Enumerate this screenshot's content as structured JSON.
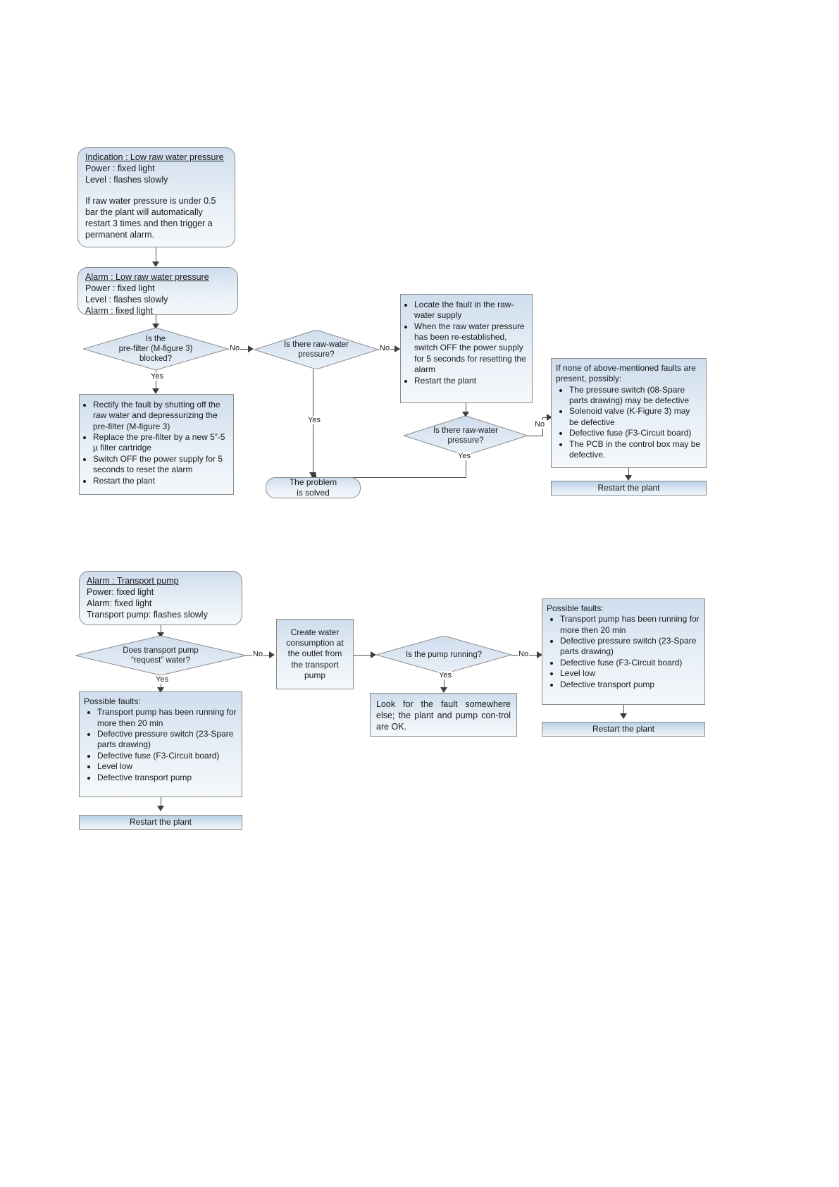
{
  "diagram": {
    "title": "Troubleshooting flowcharts: Low raw water pressure and Transport pump alarms",
    "accent_color": "#cfdded",
    "border_color": "#8a8a8a",
    "line_color": "#4d4d4d"
  },
  "section1": {
    "indication": {
      "heading": "Indication : Low raw water pressure",
      "line_power": "Power       : fixed light",
      "line_level": "Level        : flashes slowly",
      "note": "If raw water pressure is under 0.5 bar the plant will automatically restart 3 times and then trigger a permanent alarm."
    },
    "alarm": {
      "heading": "Alarm   : Low raw water pressure",
      "line_power": "Power  : fixed light",
      "line_level": "Level   : flashes slowly",
      "line_alarm": "Alarm  : fixed light"
    },
    "decision_prefilter": "Is the\npre-filter (M-figure 3)\nblocked?",
    "decision_rawwater_1": "Is there raw-water\npressure?",
    "decision_rawwater_2": "Is there raw-water\npressure?",
    "rectify_box": [
      "Rectify the fault by shutting off the raw water and depressurizing the pre-filter (M-figure 3)",
      "Replace the pre-filter by a new 5”-5 µ filter cartridge",
      "Switch OFF the power supply for 5 seconds to reset the alarm",
      "Restart the plant"
    ],
    "locate_box": [
      "Locate the fault in the raw-water supply",
      "When the raw water pressure has been re-established, switch OFF the power supply for 5 seconds for resetting the alarm",
      "Restart the plant"
    ],
    "none_box": {
      "intro": "If none of above-mentioned faults are present, possibly:",
      "items": [
        "The pressure switch (08-Spare parts drawing) may be defective",
        "Solenoid valve (K-Figure 3) may be defective",
        "Defective fuse (F3-Circuit board)",
        "The PCB in the control box may be defective."
      ]
    },
    "problem_solved": "The problem\nis solved",
    "restart_plant": "Restart the plant",
    "edge_labels": {
      "no_1": "No",
      "no_2": "No",
      "no_3": "No",
      "yes_1": "Yes",
      "yes_2": "Yes",
      "yes_3": "Yes"
    }
  },
  "section2": {
    "alarm": {
      "heading": "Alarm : Transport pump",
      "line_power": "Power: fixed light",
      "line_alarm": "Alarm:  fixed light",
      "line_pump": "Transport pump: flashes slowly"
    },
    "decision_request": "Does transport pump\n“request” water?",
    "create_box": "Create water consumption at the outlet from the transport pump",
    "decision_running": "Is the pump running?",
    "look_box": "Look for the fault somewhere else; the plant and pump con-trol are OK.",
    "faults_left": {
      "intro": "Possible faults:",
      "items": [
        "Transport pump has been running for more then 20 min",
        "Defective pressure switch (23-Spare parts drawing)",
        "Defective fuse (F3-Circuit board)",
        "Level low",
        "Defective transport pump"
      ]
    },
    "faults_right": {
      "intro": "Possible faults:",
      "items": [
        "Transport pump has been running for more then 20 min",
        "Defective pressure switch (23-Spare parts drawing)",
        "Defective fuse (F3-Circuit board)",
        "Level low",
        "Defective transport pump"
      ]
    },
    "restart_plant_left": "Restart the plant",
    "restart_plant_right": "Restart the plant",
    "edge_labels": {
      "no_1": "No",
      "no_2": "No",
      "yes_1": "Yes",
      "yes_2": "Yes"
    }
  }
}
